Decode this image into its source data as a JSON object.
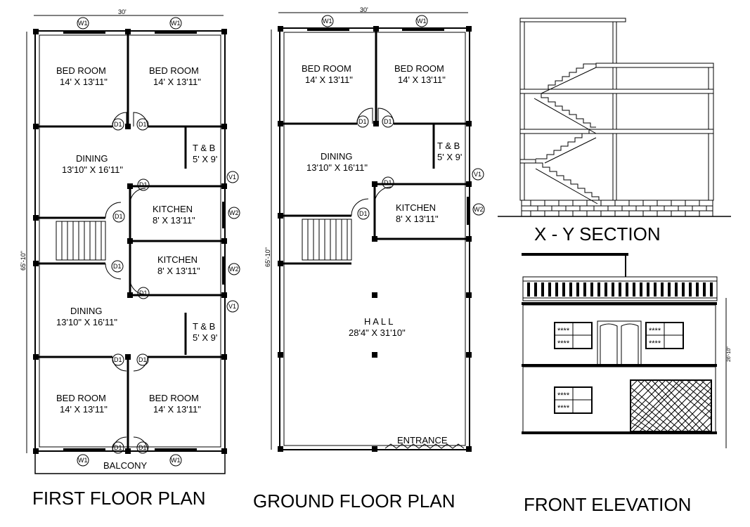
{
  "first_floor": {
    "title": "FIRST FLOOR PLAN",
    "width_dim": "30'",
    "depth_dim": "65'-10\"",
    "rooms": [
      {
        "name": "BED ROOM",
        "size": "14' X 13'11\""
      },
      {
        "name": "BED ROOM",
        "size": "14' X 13'11\""
      },
      {
        "name": "DINING",
        "size": "13'10\" X 16'11\""
      },
      {
        "name": "T & B",
        "size": "5' X 9'"
      },
      {
        "name": "KITCHEN",
        "size": "8' X 13'11\""
      },
      {
        "name": "KITCHEN",
        "size": "8' X 13'11\""
      },
      {
        "name": "DINING",
        "size": "13'10\" X 16'11\""
      },
      {
        "name": "T & B",
        "size": "5' X 9'"
      },
      {
        "name": "BED ROOM",
        "size": "14' X 13'11\""
      },
      {
        "name": "BED ROOM",
        "size": "14' X 13'11\""
      }
    ],
    "balcony": "BALCONY"
  },
  "ground_floor": {
    "title": "GROUND FLOOR PLAN",
    "width_dim": "30'",
    "depth_dim": "65'-10\"",
    "rooms": [
      {
        "name": "BED ROOM",
        "size": "14' X 13'11\""
      },
      {
        "name": "BED ROOM",
        "size": "14' X 13'11\""
      },
      {
        "name": "DINING",
        "size": "13'10\" X 16'11\""
      },
      {
        "name": "T & B",
        "size": "5' X 9'"
      },
      {
        "name": "KITCHEN",
        "size": "8' X 13'11\""
      },
      {
        "name": "H A L L",
        "size": "28'4\" X 31'10\""
      }
    ],
    "entrance": "ENTRANCE"
  },
  "section": {
    "title": "X - Y  SECTION"
  },
  "elevation": {
    "title": "FRONT ELEVATION",
    "height_dim": "26'-10\""
  },
  "tags": {
    "w1": "W1",
    "w2": "W2",
    "v1": "V1",
    "d1": "D1"
  }
}
